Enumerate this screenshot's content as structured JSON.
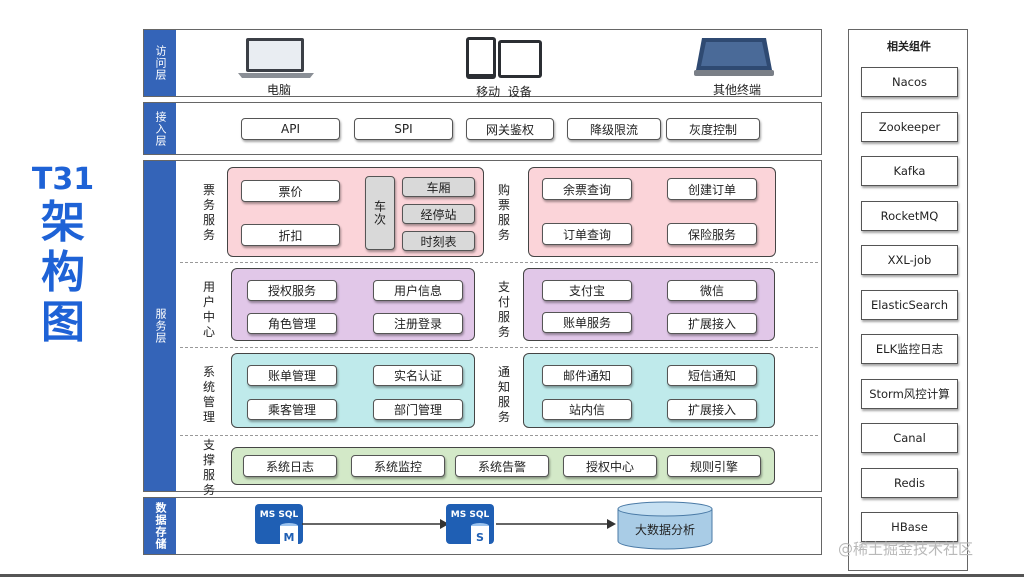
{
  "title": {
    "code": "T31",
    "chars": [
      "架",
      "构",
      "图"
    ]
  },
  "layers": {
    "access": {
      "label": "访问层",
      "devices": [
        {
          "icon": "laptop-icon",
          "label": "电脑"
        },
        {
          "icon": "mobile-devices-icon",
          "label": "移动  设备"
        },
        {
          "icon": "terminal-device-icon",
          "label": "其他终端"
        }
      ]
    },
    "ingress": {
      "label": "接入层",
      "items": [
        "API",
        "SPI",
        "网关鉴权",
        "降级限流",
        "灰度控制"
      ]
    },
    "service": {
      "label": "服务层",
      "ticket": {
        "label": "票务服务",
        "items": [
          "票价",
          "折扣"
        ],
        "car": "车次",
        "car_items": [
          "车厢",
          "经停站",
          "时刻表"
        ]
      },
      "purchase": {
        "label": "购票服务",
        "items": [
          "余票查询",
          "创建订单",
          "订单查询",
          "保险服务"
        ]
      },
      "user_center": {
        "label": "用户中心",
        "items": [
          "授权服务",
          "用户信息",
          "角色管理",
          "注册登录"
        ]
      },
      "payment": {
        "label": "支付服务",
        "items": [
          "支付宝",
          "微信",
          "账单服务",
          "扩展接入"
        ]
      },
      "system": {
        "label": "系统管理",
        "items": [
          "账单管理",
          "实名认证",
          "乘客管理",
          "部门管理"
        ]
      },
      "notify": {
        "label": "通知服务",
        "items": [
          "邮件通知",
          "短信通知",
          "站内信",
          "扩展接入"
        ]
      },
      "support": {
        "label": "支撑服务",
        "items": [
          "系统日志",
          "系统监控",
          "系统告警",
          "授权中心",
          "规则引擎"
        ]
      }
    },
    "storage": {
      "label": "数据存储",
      "db1": {
        "brand": "MS SQL",
        "letter": "M"
      },
      "db2": {
        "brand": "MS SQL",
        "letter": "S"
      },
      "bigdata": "大数据分析"
    }
  },
  "components": {
    "title": "相关组件",
    "items": [
      "Nacos",
      "Zookeeper",
      "Kafka",
      "RocketMQ",
      "XXL-job",
      "ElasticSearch",
      "ELK监控日志",
      "Storm风控计算",
      "Canal",
      "Redis",
      "HBase"
    ]
  },
  "watermark": "@稀土掘金技术社区",
  "colors": {
    "accent": "#1e62d6",
    "tab": "#3464b8",
    "pink": "#fbd4d9",
    "purple": "#e1c7e8",
    "cyan": "#bfeaeb",
    "green": "#d3e9c8"
  }
}
